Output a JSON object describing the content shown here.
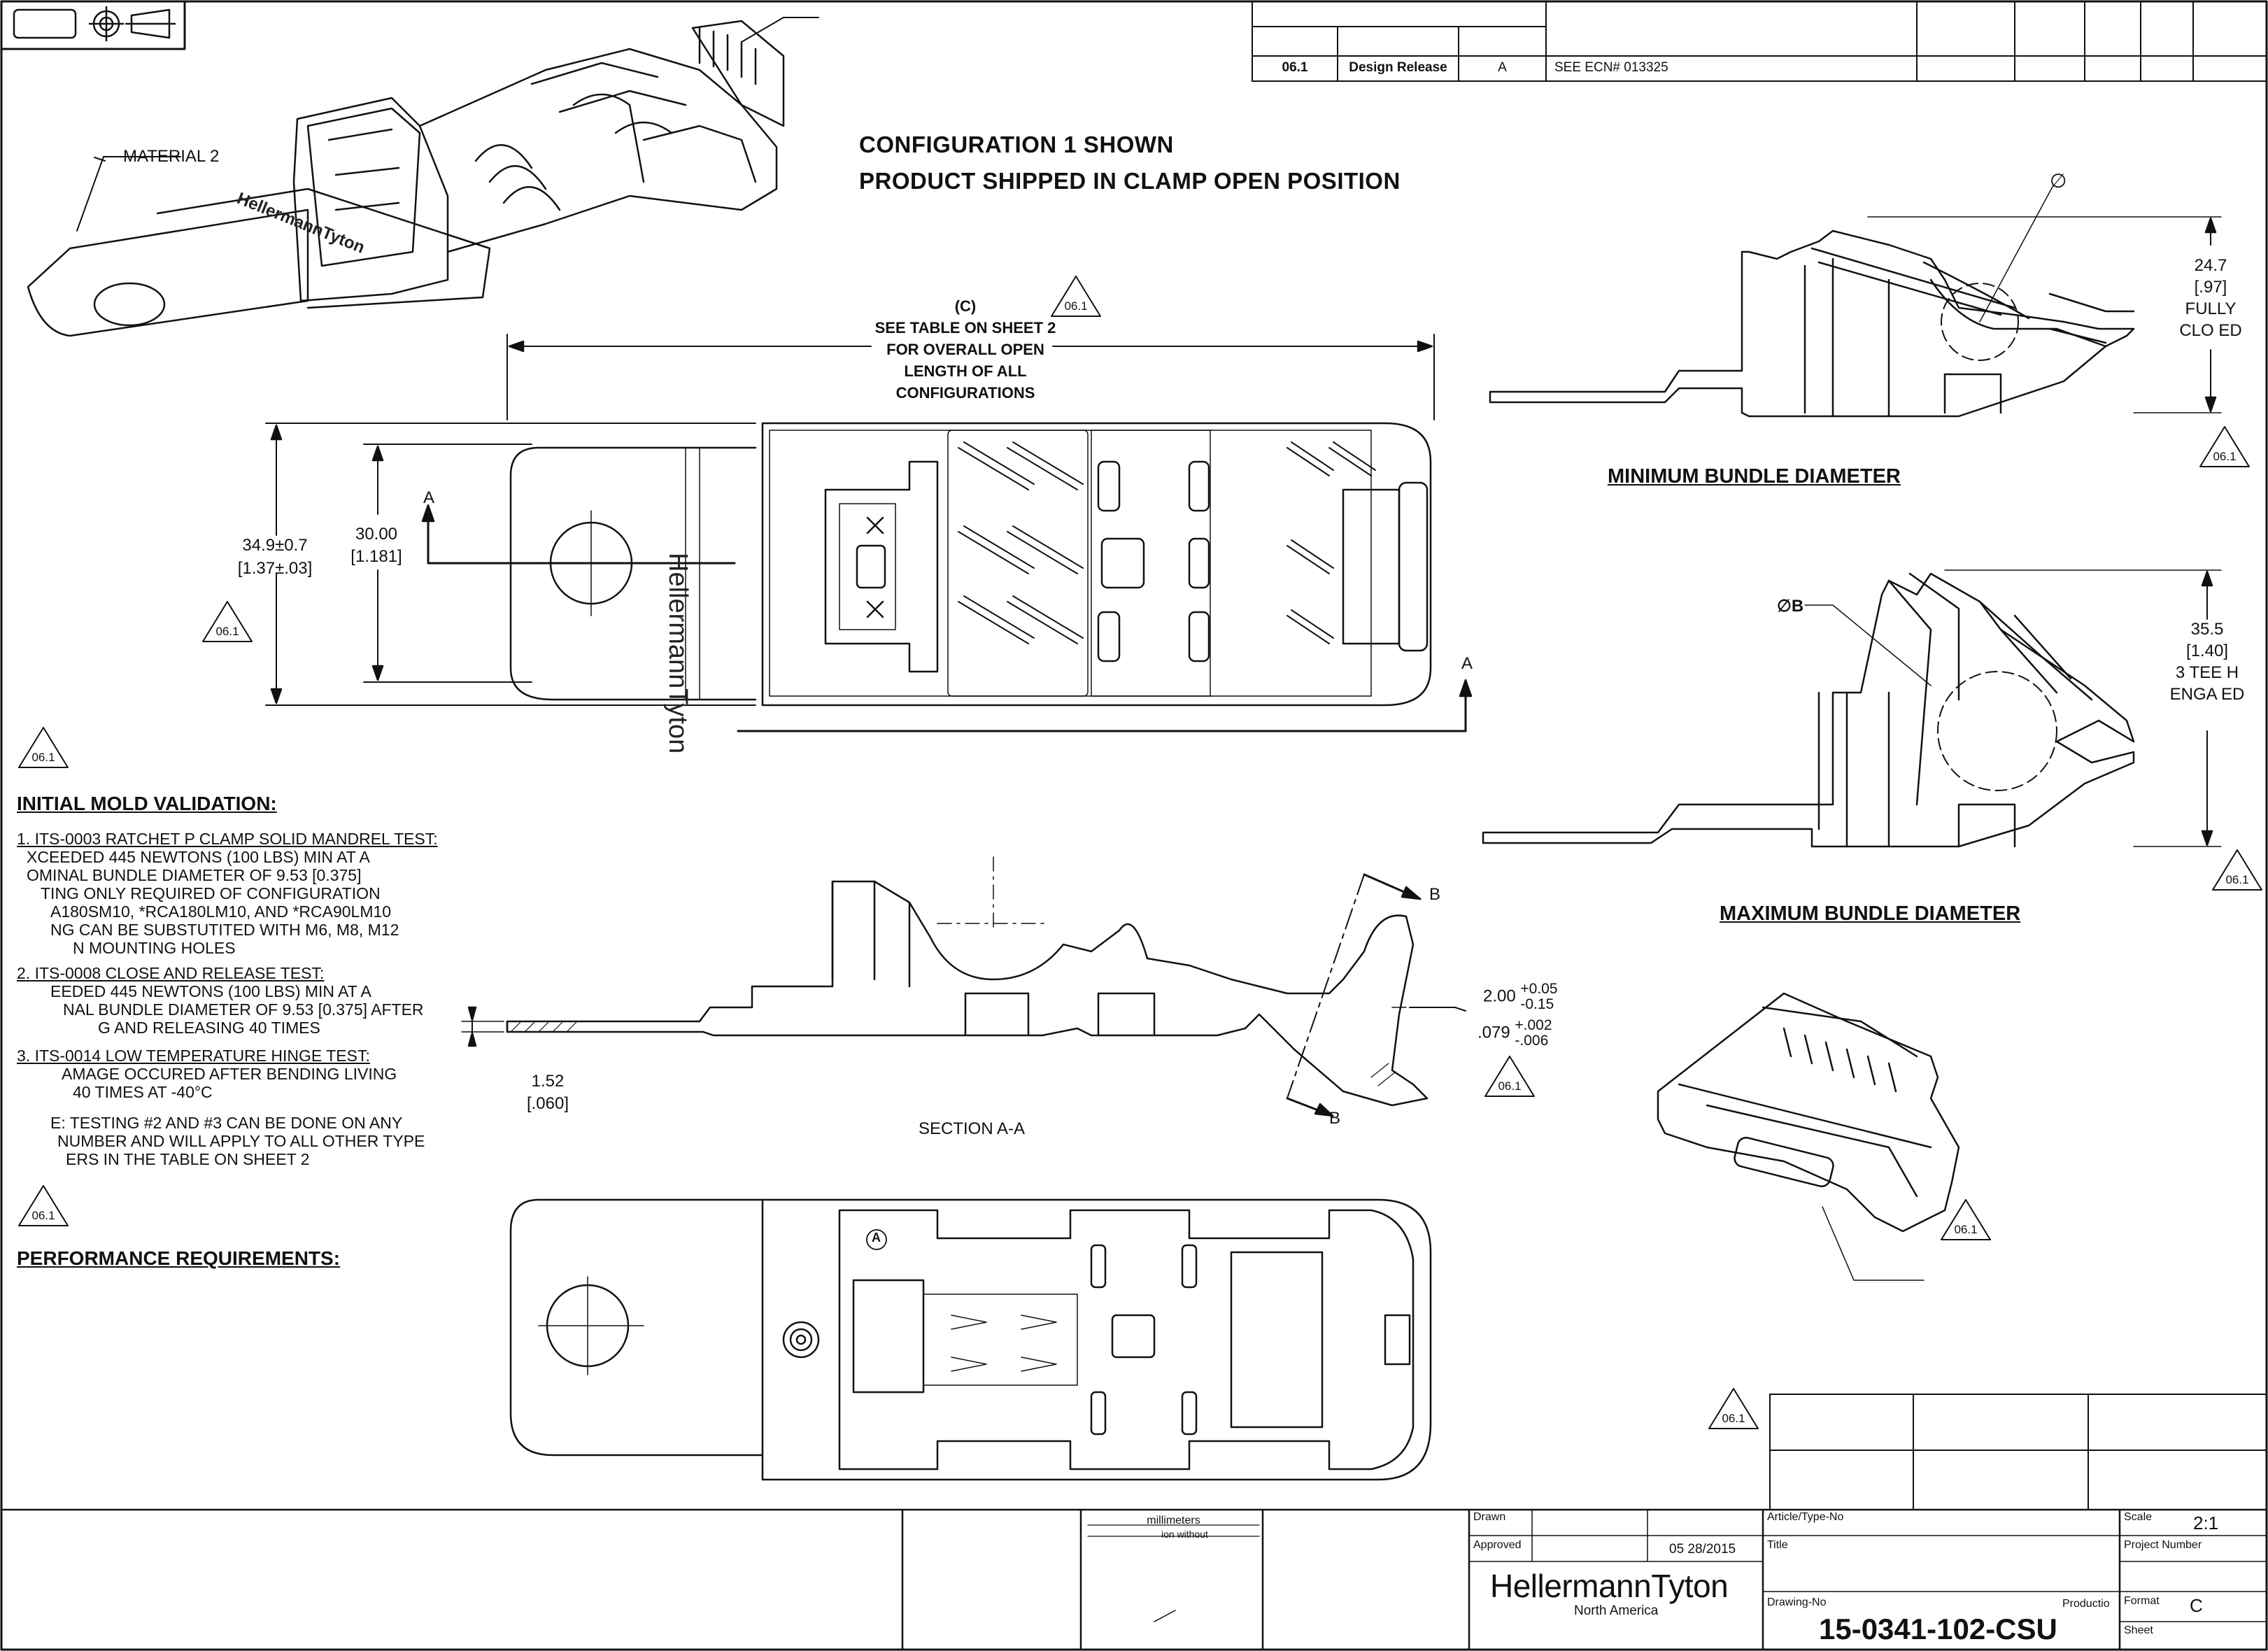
{
  "revision": {
    "rev": "06.1",
    "description": "Design Release",
    "letter": "A",
    "ecn": "SEE ECN#  013325"
  },
  "headings": {
    "line1": "CONFIGURATION 1 SHOWN",
    "line2": "PRODUCT SHIPPED IN CLAMP OPEN POSITION"
  },
  "callouts": {
    "material": "MATERIAL 2",
    "overall_length": [
      "(C)",
      "SEE TABLE ON SHEET 2",
      "FOR OVERALL OPEN",
      "LENGTH OF ALL",
      "CONFIGURATIONS"
    ],
    "width_dim": [
      "34.9±0.7",
      "[1.37±.03]"
    ],
    "inner_width": [
      "30.00",
      "[1.181]"
    ],
    "section_marker": "A",
    "section_label": "SECTION A-A",
    "section_b": "B",
    "thickness": [
      "1.52",
      "[.060]"
    ],
    "wall_dim": [
      "2.00",
      "+0.05",
      "-0.15",
      ".079",
      "+.002",
      "-.006"
    ],
    "diameter_symbol": "∅",
    "diameter_b": "∅B",
    "closed_dim": [
      "24.7",
      "[.97]",
      "FULLY",
      "CLO  ED"
    ],
    "engaged_dim": [
      "35.5",
      "[1.40]",
      "3 TEE  H",
      "ENGA  ED"
    ],
    "revision_tag": "06.1",
    "bullet_label": "A"
  },
  "views": {
    "min_bundle": "MINIMUM BUNDLE DIAMETER",
    "max_bundle": "MAXIMUM BUNDLE DIAMETER",
    "logo_text": "HellermannTyton"
  },
  "notes": {
    "initial_title": "INITIAL MOLD VALIDATION:",
    "item1": [
      "1. ITS-0003 RATCHET P CLAMP SOLID MANDREL TEST:",
      "XCEEDED 445 NEWTONS (100 LBS) MIN AT A",
      "OMINAL BUNDLE DIAMETER OF 9.53 [0.375]",
      "TING ONLY REQUIRED OF CONFIGURATION",
      "A180SM10, *RCA180LM10, AND *RCA90LM10",
      "NG CAN BE SUBSTUTITED WITH M6, M8, M12",
      "N MOUNTING HOLES"
    ],
    "item2": [
      "2. ITS-0008 CLOSE AND RELEASE TEST:",
      "EEDED 445 NEWTONS (100 LBS) MIN AT A",
      "NAL BUNDLE DIAMETER OF 9.53 [0.375] AFTER",
      "G AND RELEASING 40 TIMES"
    ],
    "item3": [
      "3. ITS-0014 LOW TEMPERATURE HINGE TEST:",
      "AMAGE OCCURED AFTER BENDING LIVING",
      "40 TIMES AT -40°C"
    ],
    "note": [
      "E: TESTING #2 AND #3 CAN BE DONE ON ANY",
      "NUMBER AND WILL APPLY TO ALL OTHER TYPE",
      "ERS IN THE TABLE ON SHEET 2"
    ],
    "performance_title": "PERFORMANCE REQUIREMENTS:"
  },
  "title_block": {
    "units": "millimeters",
    "units_note": "ion without",
    "drawn_label": "Drawn",
    "approved_label": "Approved",
    "date": "05 28/2015",
    "company": "HellermannTyton",
    "region": "North America",
    "article_label": "Article/Type-No",
    "title_label": "Title",
    "drawing_no_label": "Drawing-No",
    "drawing_no": "15-0341-102-CSU",
    "production_label": "Productio",
    "scale_label": "Scale",
    "scale": "2:1",
    "project_label": "Project Number",
    "format_label": "Format",
    "format": "C",
    "sheet_label": "Sheet"
  }
}
